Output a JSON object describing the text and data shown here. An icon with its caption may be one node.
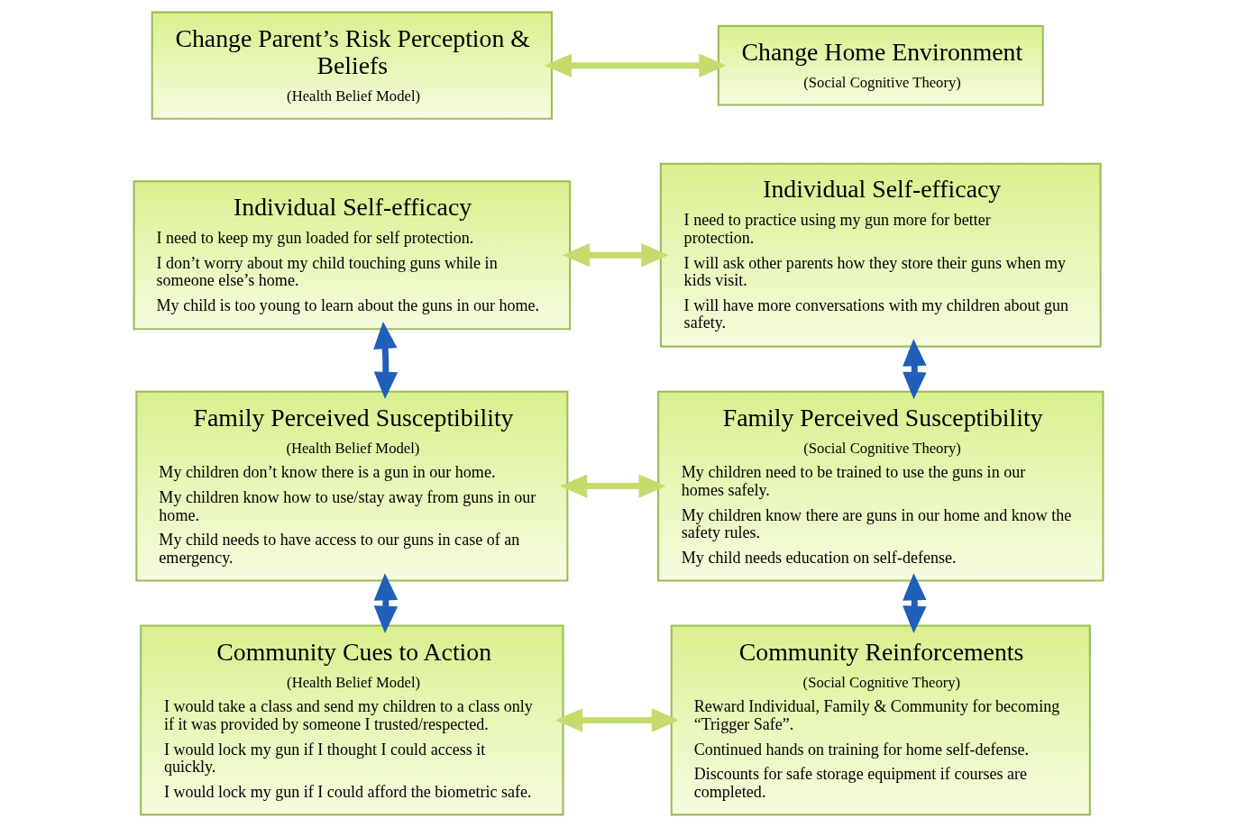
{
  "diagram": {
    "nodes": [
      {
        "text": [
          "Change Parent’s Risk Perception & Beliefs",
          "(Health Belief Model)"
        ]
      },
      {
        "text": [
          "Change Home Environment",
          "(Social Cognitive Theory)"
        ]
      },
      {
        "text": [
          "Individual Self-efficacy",
          "I need to keep my gun loaded for self protection.",
          "I don’t worry about my child touching guns while in someone else’s home.",
          "My child is too young to learn about the guns in our home."
        ]
      },
      {
        "text": [
          "Individual Self-efficacy",
          "I need to practice using my gun more for better protection.",
          "I will ask other parents how they store their guns when my kids visit.",
          "I will have more conversations with my children about gun safety."
        ]
      },
      {
        "text": [
          "Family Perceived Susceptibility",
          "(Health Belief Model)",
          "My children don’t know there is a gun in our home.",
          "My children know how to use/stay away from guns in our home.",
          "My child needs to have access to our guns in case of an emergency."
        ]
      },
      {
        "text": [
          "Family Perceived Susceptibility",
          "(Social Cognitive Theory)",
          "My children need to be trained to use the guns in our homes safely.",
          "My children know there are guns in our home and know the safety rules.",
          "My child needs education on self-defense."
        ]
      },
      {
        "text": [
          "Community Cues to Action",
          "(Health Belief Model)",
          "I would take a class and send my children to a class only if it was provided by someone I trusted/respected.",
          "I would lock my gun if I thought I could access it quickly.",
          "I would lock my gun if I could afford the biometric safe."
        ]
      },
      {
        "text": [
          "Community Reinforcements",
          "(Social Cognitive Theory)",
          "Reward Individual, Family & Community for becoming “Trigger Safe”.",
          "Continued hands on training for home self-defense.",
          "Discounts for safe storage equipment if courses are completed."
        ]
      }
    ],
    "edges": [
      {
        "from": 0,
        "to": 1,
        "arrow": "both",
        "color": "#c4dc6c"
      },
      {
        "from": 2,
        "to": 3,
        "arrow": "both",
        "color": "#c4dc6c"
      },
      {
        "from": 2,
        "to": 4,
        "arrow": "both",
        "color": "#1f5fb8"
      },
      {
        "from": 3,
        "to": 5,
        "arrow": "both",
        "color": "#1f5fb8"
      },
      {
        "from": 4,
        "to": 5,
        "arrow": "both",
        "color": "#c4dc6c"
      },
      {
        "from": 4,
        "to": 6,
        "arrow": "both",
        "color": "#1f5fb8"
      },
      {
        "from": 5,
        "to": 7,
        "arrow": "both",
        "color": "#1f5fb8"
      },
      {
        "from": 6,
        "to": 7,
        "arrow": "both",
        "color": "#c4dc6c"
      }
    ]
  }
}
